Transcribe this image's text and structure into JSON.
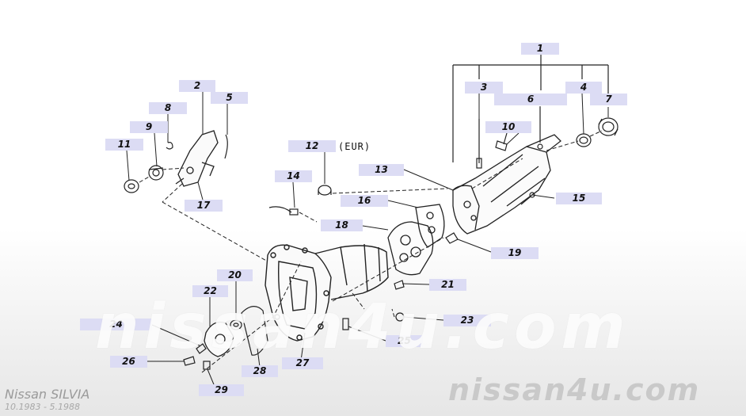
{
  "diagram": {
    "callouts": [
      {
        "id": "1",
        "label": "1"
      },
      {
        "id": "2",
        "label": "2"
      },
      {
        "id": "3",
        "label": "3"
      },
      {
        "id": "4",
        "label": "4"
      },
      {
        "id": "5",
        "label": "5"
      },
      {
        "id": "6",
        "label": "6"
      },
      {
        "id": "7",
        "label": "7"
      },
      {
        "id": "8",
        "label": "8"
      },
      {
        "id": "9",
        "label": "9"
      },
      {
        "id": "10",
        "label": "10"
      },
      {
        "id": "11",
        "label": "11"
      },
      {
        "id": "12",
        "label": "12"
      },
      {
        "id": "13",
        "label": "13"
      },
      {
        "id": "14",
        "label": "14"
      },
      {
        "id": "15",
        "label": "15"
      },
      {
        "id": "16",
        "label": "16"
      },
      {
        "id": "17",
        "label": "17"
      },
      {
        "id": "18",
        "label": "18"
      },
      {
        "id": "19",
        "label": "19"
      },
      {
        "id": "20",
        "label": "20"
      },
      {
        "id": "21",
        "label": "21"
      },
      {
        "id": "22",
        "label": "22"
      },
      {
        "id": "23",
        "label": "23"
      },
      {
        "id": "24",
        "label": "24"
      },
      {
        "id": "25",
        "label": "25"
      },
      {
        "id": "26",
        "label": "26"
      },
      {
        "id": "27",
        "label": "27"
      },
      {
        "id": "28",
        "label": "28"
      },
      {
        "id": "29",
        "label": "29"
      }
    ],
    "note_12": "(EUR)",
    "label_color": "#dcdcf4",
    "line_color": "#222222"
  },
  "watermark": {
    "center_text": "nissan4u.com",
    "brand_text": "nissan4u.com"
  },
  "footer": {
    "model": "Nissan SILVIA",
    "dates": "10.1983 - 5.1988"
  }
}
